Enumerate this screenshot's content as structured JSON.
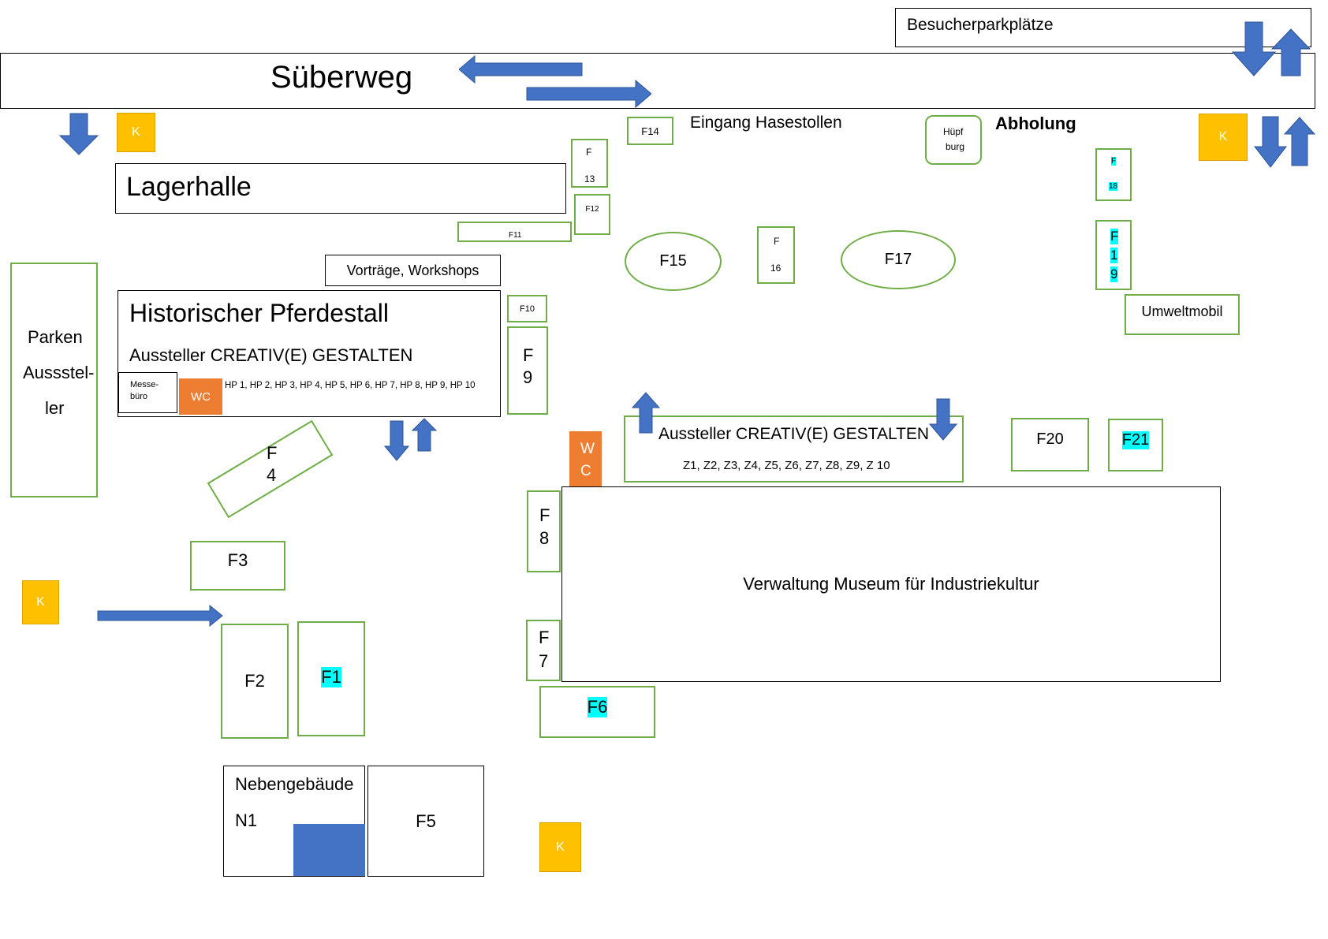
{
  "map": {
    "suberweg": "Süberweg",
    "besucherparkplaetze": "Besucherparkplätze",
    "eingang": "Eingang Hasestollen",
    "abholung": "Abholung",
    "lagerhalle": "Lagerhalle",
    "vortraege": "Vorträge, Workshops",
    "pferdestall": {
      "title": "Historischer Pferdestall",
      "subtitle": "Aussteller CREATIV(E) GESTALTEN",
      "messe_line1": "Messe-",
      "messe_line2": "büro",
      "wc": "WC",
      "hp": "HP 1, HP 2, HP 3, HP 4, HP 5, HP 6, HP 7, HP 8, HP 9, HP 10"
    },
    "parken": {
      "line1": "Parken",
      "line2": "Aussstel-",
      "line3": "ler"
    },
    "aussteller_z": {
      "title": "Aussteller CREATIV(E) GESTALTEN",
      "zones": "Z1, Z2, Z3, Z4, Z5, Z6, Z7, Z8, Z9, Z 10"
    },
    "verwaltung": "Verwaltung Museum für Industriekultur",
    "umweltmobil": "Umweltmobil",
    "huepfburg": {
      "line1": "Hüpf",
      "line2": "burg"
    },
    "nebengebaeude": {
      "line1": "Nebengebäude",
      "line2": "N1"
    },
    "wc_vertical": {
      "line1": "W",
      "line2": "C"
    },
    "kiosk": "K",
    "fields": {
      "f1": "F1",
      "f2": "F2",
      "f3": "F3",
      "f4_a": "F",
      "f4_b": "4",
      "f5": "F5",
      "f6": "F6",
      "f7_a": "F",
      "f7_b": "7",
      "f8_a": "F",
      "f8_b": "8",
      "f9_a": "F",
      "f9_b": "9",
      "f10": "F10",
      "f11": "F11",
      "f12": "F12",
      "f13_a": "F",
      "f13_b": "13",
      "f14": "F14",
      "f15": "F15",
      "f16_a": "F",
      "f16_b": "16",
      "f17": "F17",
      "f18_a": "F",
      "f18_b": "18",
      "f19_a": "F",
      "f19_b": "1",
      "f19_c": "9",
      "f20": "F20",
      "f21": "F21"
    },
    "colors": {
      "field_border": "#70ad47",
      "arrow": "#4472c4",
      "wc": "#ed7d31",
      "kiosk": "#ffc000",
      "highlight": "#00ffff"
    }
  }
}
